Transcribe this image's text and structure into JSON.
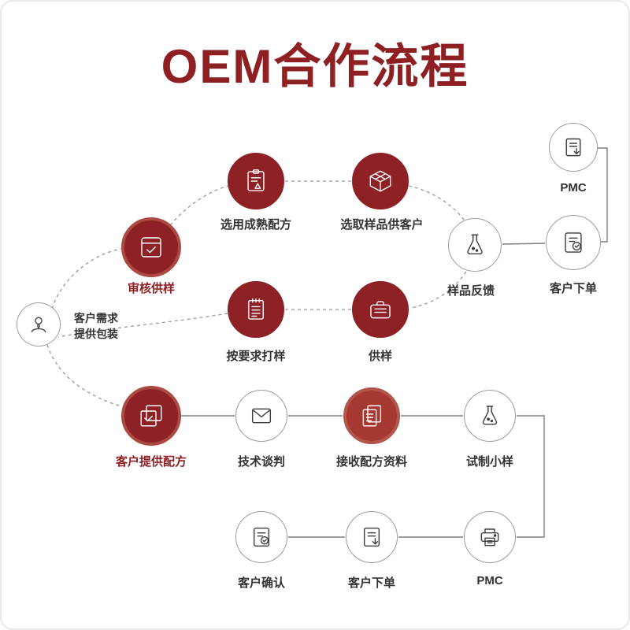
{
  "title": "OEM合作流程",
  "colors": {
    "primary": "#8e1f23",
    "red_circle": "#8e2125",
    "red_circle_ring": "#ab4a41",
    "white_circle_border": "#9d9d9d",
    "label_dark": "#333333",
    "connector": "#8c8c8c"
  },
  "nodes": {
    "customer_need": {
      "label": "客户需求\n提供包装",
      "icon": "person-icon"
    },
    "audit_supply": {
      "label": "审核供样",
      "icon": "audit-check-icon"
    },
    "mature_formula": {
      "label": "选用成熟配方",
      "icon": "clipboard-formula-icon"
    },
    "sample_for_customer": {
      "label": "选取样品供客户",
      "icon": "package-box-icon"
    },
    "sample_feedback": {
      "label": "样品反馈",
      "icon": "flask-icon"
    },
    "pmc_top": {
      "label": "PMC",
      "icon": "document-download-icon"
    },
    "customer_order_top": {
      "label": "客户下单",
      "icon": "document-check-icon"
    },
    "sample_on_request": {
      "label": "按要求打样",
      "icon": "document-icon"
    },
    "supply_sample": {
      "label": "供样",
      "icon": "case-icon"
    },
    "customer_formula": {
      "label": "客户提供配方",
      "icon": "layers-check-icon"
    },
    "tech_negotiation": {
      "label": "技术谈判",
      "icon": "envelope-icon"
    },
    "receive_formula": {
      "label": "接收配方资料",
      "icon": "documents-icon"
    },
    "trial_sample": {
      "label": "试制小样",
      "icon": "flask-icon"
    },
    "customer_confirm": {
      "label": "客户确认",
      "icon": "document-check-icon"
    },
    "customer_order_bottom": {
      "label": "客户下单",
      "icon": "document-download-icon"
    },
    "pmc_bottom": {
      "label": "PMC",
      "icon": "printer-icon"
    }
  }
}
